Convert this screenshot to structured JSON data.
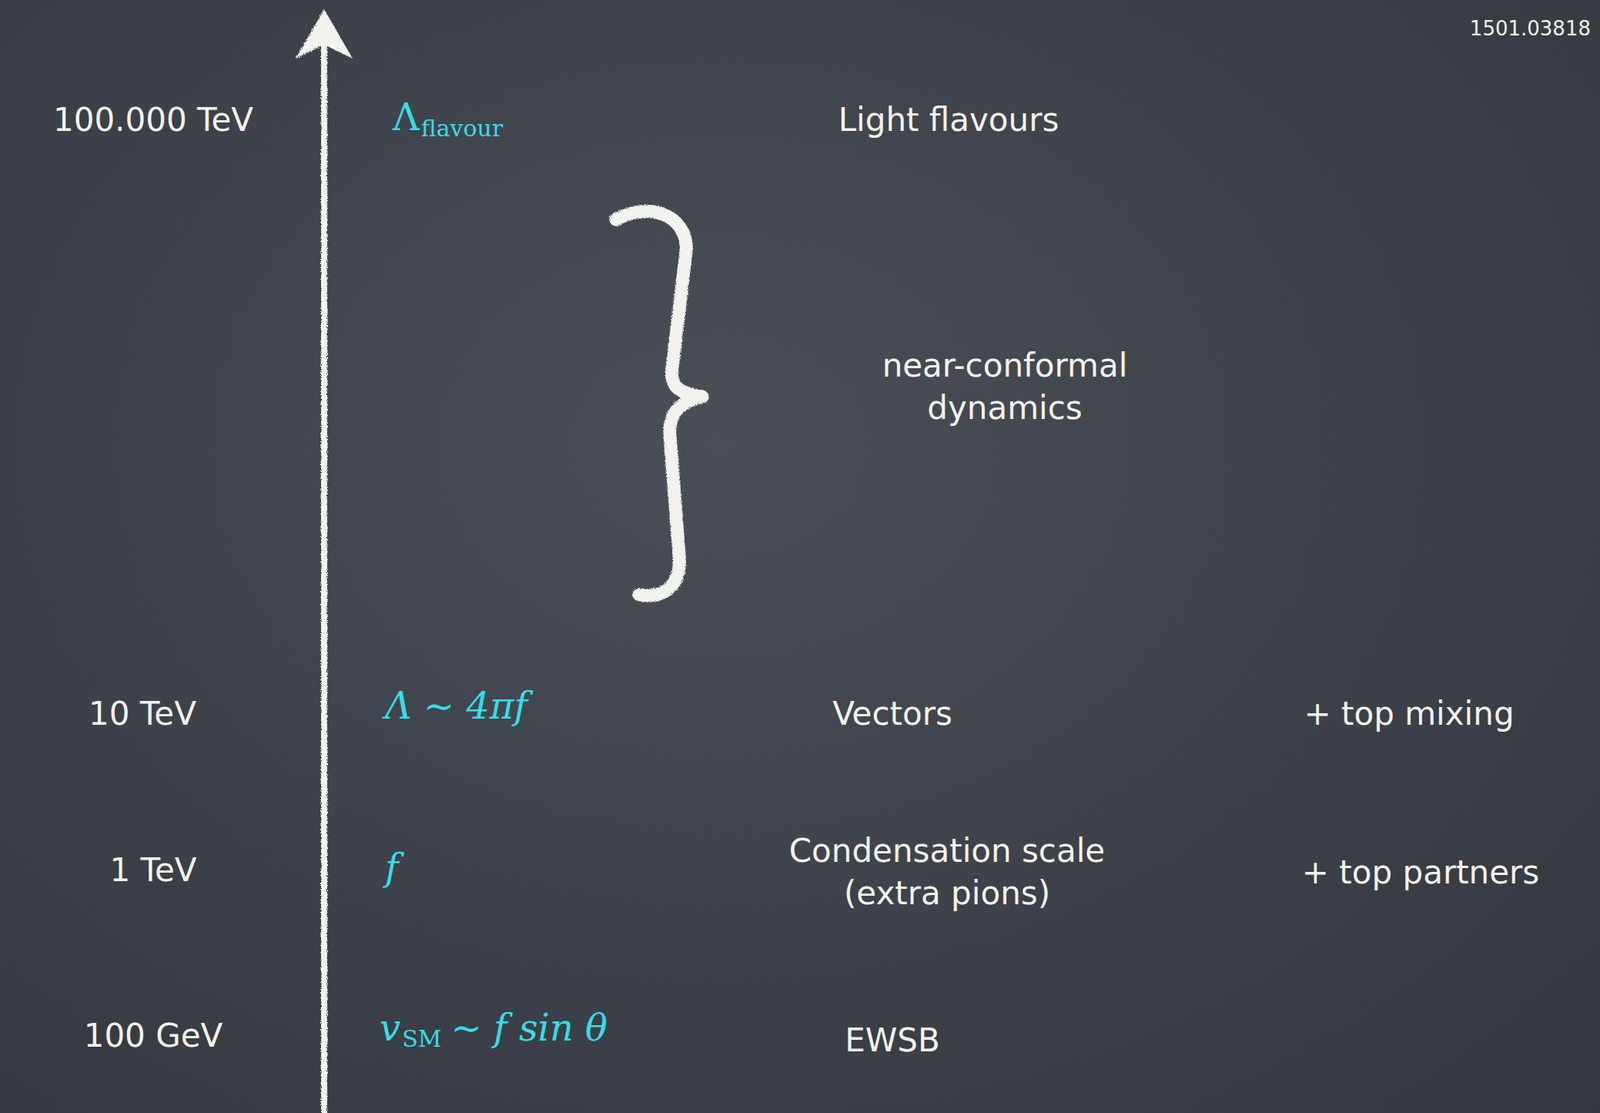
{
  "diagram": {
    "labels": [
      "1501.03818",
      "100.000 TeV",
      "Λ",
      "flavour",
      "Light flavours",
      "near-conformal dynamics",
      "10 TeV",
      "Λ ∼ 4πf",
      "Vectors",
      "+ top mixing",
      "1 TeV",
      "f",
      "Condensation scale (extra pions)",
      "+ top partners",
      "100 GeV",
      "v",
      "SM",
      "∼ f sin θ",
      "EWSB"
    ]
  }
}
